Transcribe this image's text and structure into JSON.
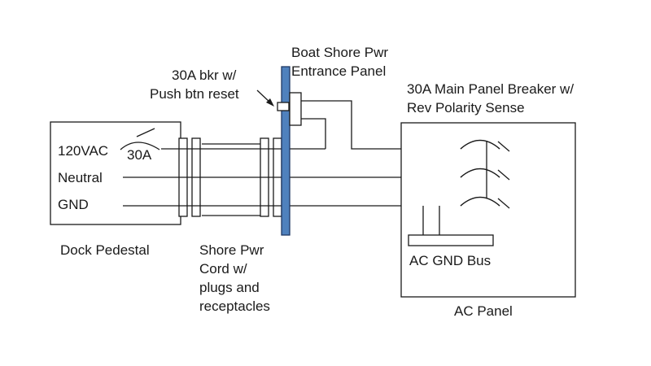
{
  "labels": {
    "entrance_panel_line1": "Boat Shore Pwr",
    "entrance_panel_line2": "Entrance Panel",
    "breaker_note_line1": "30A bkr w/",
    "breaker_note_line2": "Push btn reset",
    "main_breaker_line1": "30A Main Panel Breaker w/",
    "main_breaker_line2": "Rev Polarity Sense",
    "pedestal_120vac": "120VAC",
    "pedestal_neutral": "Neutral",
    "pedestal_gnd": "GND",
    "pedestal_breaker": "30A",
    "dock_pedestal": "Dock Pedestal",
    "cord_line1": "Shore Pwr",
    "cord_line2": "Cord w/",
    "cord_line3": "plugs and",
    "cord_line4": "receptacles",
    "gnd_bus": "AC GND Bus",
    "ac_panel": "AC Panel"
  },
  "colors": {
    "panel_fill": "#4f81bd",
    "panel_stroke": "#1f3864",
    "line": "#1a1a1a"
  }
}
